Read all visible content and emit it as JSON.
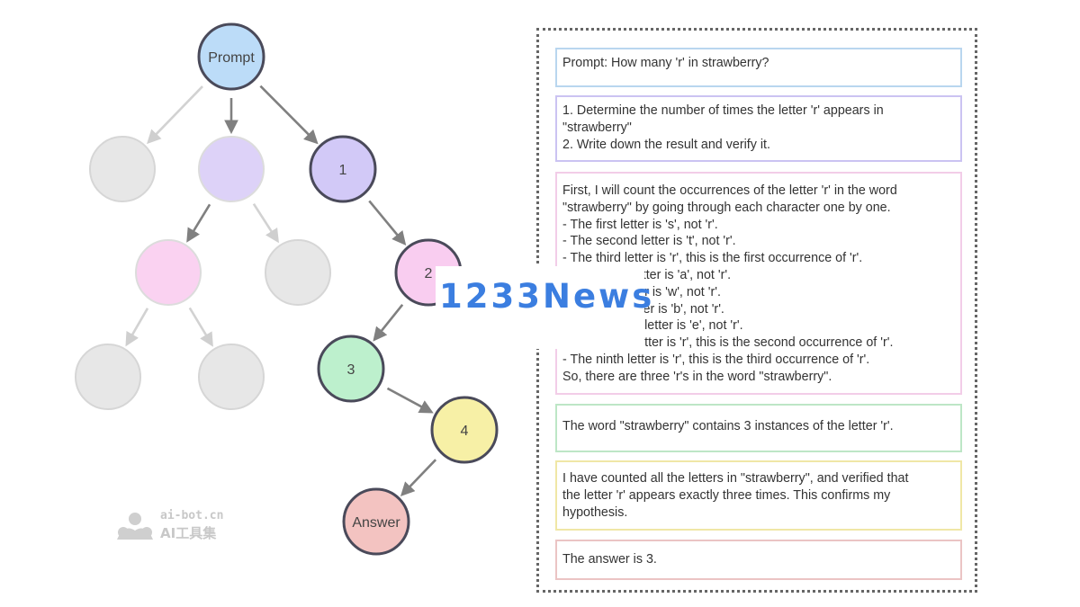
{
  "tree": {
    "nodes": [
      {
        "id": "prompt",
        "label": "Prompt",
        "fill": "#bcdcf8",
        "stroke": "#4a4a5a",
        "active": true
      },
      {
        "id": "g1",
        "label": "",
        "fill": "#e6e6e6",
        "stroke": "#d6d6d6",
        "active": false
      },
      {
        "id": "g2",
        "label": "",
        "fill": "#d9cdf7",
        "stroke": "#dcdcdc",
        "active": false
      },
      {
        "id": "n1",
        "label": "1",
        "fill": "#d2c9f7",
        "stroke": "#4a4a5a",
        "active": true
      },
      {
        "id": "g3",
        "label": "",
        "fill": "#f9cdf0",
        "stroke": "#dcdcdc",
        "active": false
      },
      {
        "id": "g4",
        "label": "",
        "fill": "#e6e6e6",
        "stroke": "#d6d6d6",
        "active": false
      },
      {
        "id": "n2",
        "label": "2",
        "fill": "#f9cdf0",
        "stroke": "#4a4a5a",
        "active": true
      },
      {
        "id": "g5",
        "label": "",
        "fill": "#e6e6e6",
        "stroke": "#d6d6d6",
        "active": false
      },
      {
        "id": "g6",
        "label": "",
        "fill": "#e6e6e6",
        "stroke": "#d6d6d6",
        "active": false
      },
      {
        "id": "n3",
        "label": "3",
        "fill": "#bdf0cd",
        "stroke": "#4a4a5a",
        "active": true
      },
      {
        "id": "n4",
        "label": "4",
        "fill": "#f7f0a6",
        "stroke": "#4a4a5a",
        "active": true
      },
      {
        "id": "answer",
        "label": "Answer",
        "fill": "#f3c3c1",
        "stroke": "#4a4a5a",
        "active": true
      }
    ],
    "edges": [
      {
        "from": "prompt",
        "to": "g1",
        "active": false
      },
      {
        "from": "prompt",
        "to": "g2",
        "active": true
      },
      {
        "from": "prompt",
        "to": "n1",
        "active": true
      },
      {
        "from": "g2",
        "to": "g3",
        "active": true
      },
      {
        "from": "g2",
        "to": "g4",
        "active": false
      },
      {
        "from": "n1",
        "to": "n2",
        "active": true
      },
      {
        "from": "g3",
        "to": "g5",
        "active": false
      },
      {
        "from": "g3",
        "to": "g6",
        "active": false
      },
      {
        "from": "n2",
        "to": "n3",
        "active": true
      },
      {
        "from": "n3",
        "to": "n4",
        "active": true
      },
      {
        "from": "n4",
        "to": "answer",
        "active": true
      }
    ]
  },
  "steps": [
    {
      "color": "#b9d6ef",
      "lines": [
        "Prompt: How many 'r' in strawberry?"
      ]
    },
    {
      "color": "#cbc3f2",
      "lines": [
        "1. Determine the number of times the letter 'r' appears in",
        "\"strawberry\"",
        "2. Write down the result and verify it."
      ]
    },
    {
      "color": "#f2cde8",
      "lines": [
        "First, I will count the occurrences of the letter 'r' in the word",
        "\"strawberry\" by going through each character one by one.",
        "- The first letter is 's', not 'r'.",
        "- The second letter is 't', not 'r'.",
        "- The third letter is 'r', this is the first occurrence of 'r'.",
        "- The fourth letter is 'a', not 'r'.",
        "- The fifth letter is 'w', not 'r'.",
        "- The sixth letter is 'b', not 'r'.",
        "- The seventh letter is 'e', not 'r'.",
        "- The eighth letter is 'r', this is the second occurrence of 'r'.",
        "- The ninth letter is 'r', this is the third occurrence of 'r'.",
        "So, there are three 'r's in the word \"strawberry\"."
      ]
    },
    {
      "color": "#bde6c6",
      "lines": [
        "The word \"strawberry\" contains 3 instances of the letter 'r'."
      ]
    },
    {
      "color": "#f0e7a6",
      "lines": [
        "I have counted all the letters in \"strawberry\", and verified that",
        "the letter 'r' appears exactly three times. This confirms my",
        "hypothesis."
      ]
    },
    {
      "color": "#ebc4c4",
      "lines": [
        "The answer is 3."
      ]
    }
  ],
  "watermark": {
    "text": "1233News"
  },
  "logo": {
    "domain": "ai-bot.cn",
    "name": "AI工具集"
  }
}
